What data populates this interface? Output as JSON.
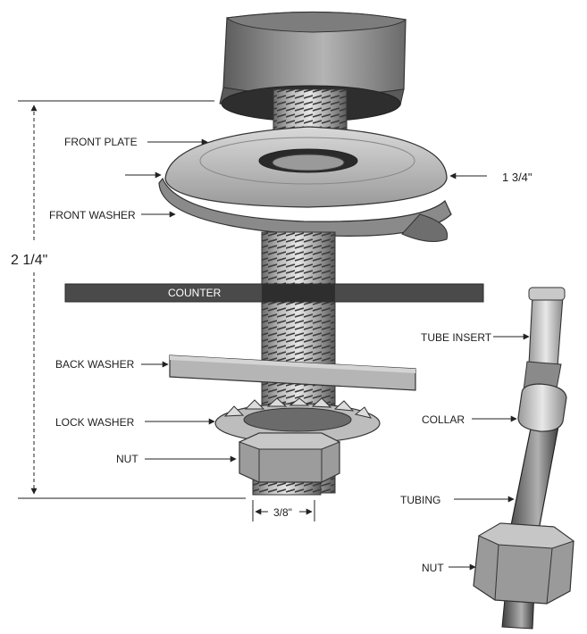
{
  "labels": {
    "front_plate": "FRONT PLATE",
    "front_washer": "FRONT WASHER",
    "counter": "COUNTER",
    "back_washer": "BACK WASHER",
    "lock_washer": "LOCK WASHER",
    "nut_left": "NUT",
    "tube_insert": "TUBE INSERT",
    "collar": "COLLAR",
    "tubing": "TUBING",
    "nut_right": "NUT"
  },
  "dimensions": {
    "total_height": "2 1/4\"",
    "plate_width": "1 3/4\"",
    "thread_diameter": "3/8\""
  },
  "colors": {
    "metal_light": "#d8d8d8",
    "metal_mid": "#9c9c9c",
    "metal_dark": "#555555",
    "counter": "#4a4a4a",
    "line": "#222222"
  }
}
